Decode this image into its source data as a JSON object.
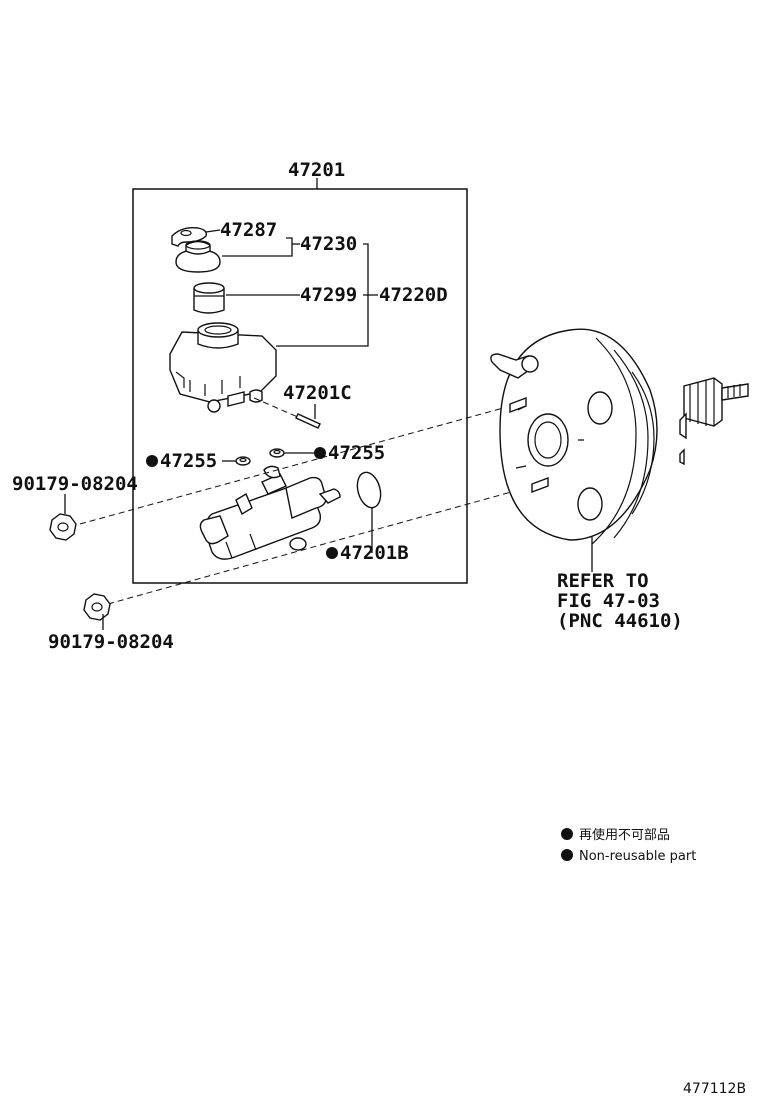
{
  "callouts": {
    "assembly": "47201",
    "cap_clip": "47287",
    "cap_set": "47230",
    "strainer": "47299",
    "reservoir_set": "47220D",
    "pin": "47201C",
    "grommet_left": "47255",
    "grommet_right": "47255",
    "o_ring": "47201B",
    "nut_top": "90179-08204",
    "nut_bottom": "90179-08204"
  },
  "booster_refer": {
    "line1": "REFER TO",
    "line2": "FIG 47-03",
    "line3": "(PNC 44610)"
  },
  "legend": {
    "jp": "再使用不可部品",
    "en": "Non-reusable part"
  },
  "diagram_code": "477112B",
  "non_reusable_marker": "black-dot"
}
